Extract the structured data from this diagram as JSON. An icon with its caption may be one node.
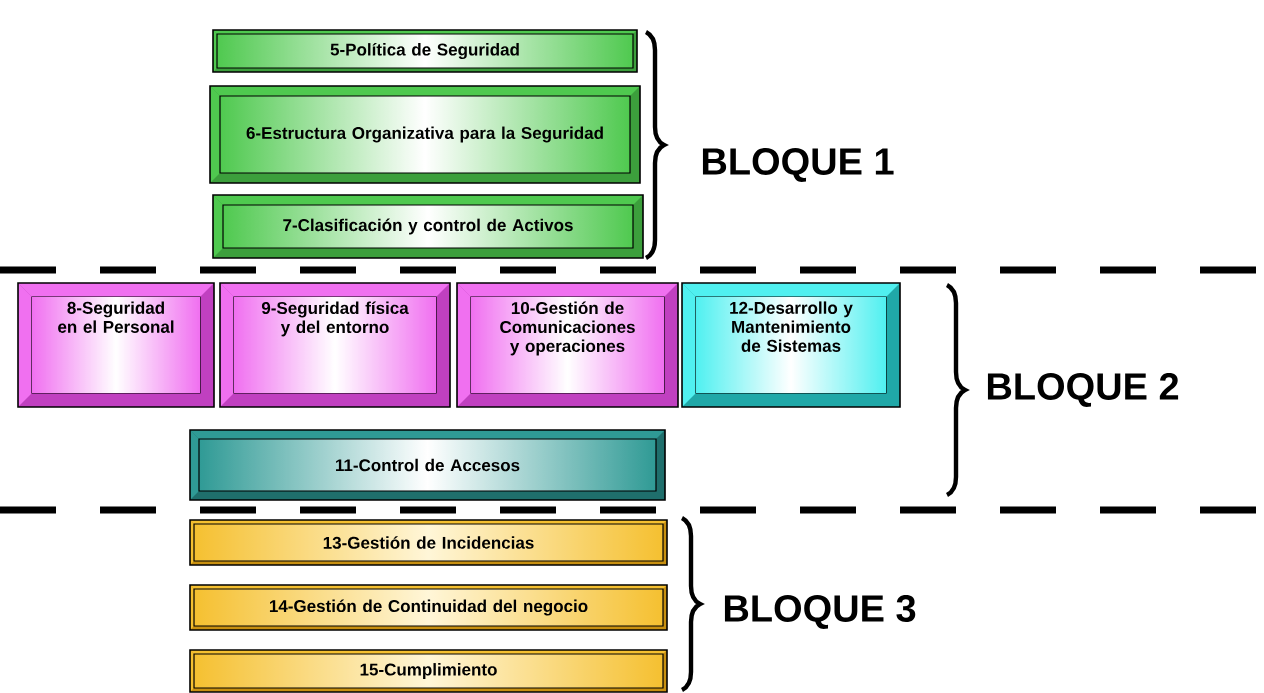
{
  "diagram": {
    "nodes": [
      {
        "text": [
          "5-Política de Seguridad"
        ]
      },
      {
        "text": [
          "6-Estructura Organizativa para la Seguridad"
        ]
      },
      {
        "text": [
          "7-Clasificación y control de Activos"
        ]
      },
      {
        "text": [
          "8-Seguridad en el Personal"
        ]
      },
      {
        "text": [
          "9-Seguridad física y del entorno"
        ]
      },
      {
        "text": [
          "10-Gestión de Comunicaciones y operaciones"
        ]
      },
      {
        "text": [
          "12-Desarrollo y Mantenimiento de Sistemas"
        ]
      },
      {
        "text": [
          "11-Control de Accesos"
        ]
      },
      {
        "text": [
          "13-Gestión de Incidencias"
        ]
      },
      {
        "text": [
          "14-Gestión de Continuidad del negocio"
        ]
      },
      {
        "text": [
          "15-Cumplimiento"
        ]
      }
    ],
    "labels": [
      "BLOQUE 1",
      "BLOQUE 2",
      "BLOQUE 3"
    ]
  }
}
